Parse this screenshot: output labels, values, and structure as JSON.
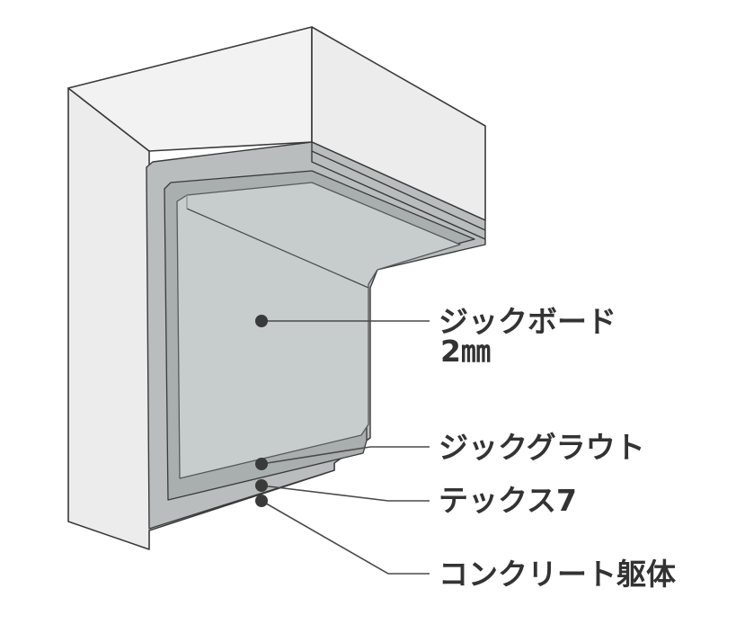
{
  "labels": {
    "zick_board": "ジックボード",
    "zick_board_thickness": "2㎜",
    "zick_grout": "ジックグラウト",
    "tex7": "テックス7",
    "concrete": "コンクリート躯体"
  },
  "colors": {
    "concrete_face": "#ececec",
    "concrete_edge": "#3a3a3a",
    "tex_layer": "#b9bdbe",
    "grout_layer": "#a9aeaf",
    "board_face": "#c7cdcd",
    "board_edge": "#8f9596"
  }
}
